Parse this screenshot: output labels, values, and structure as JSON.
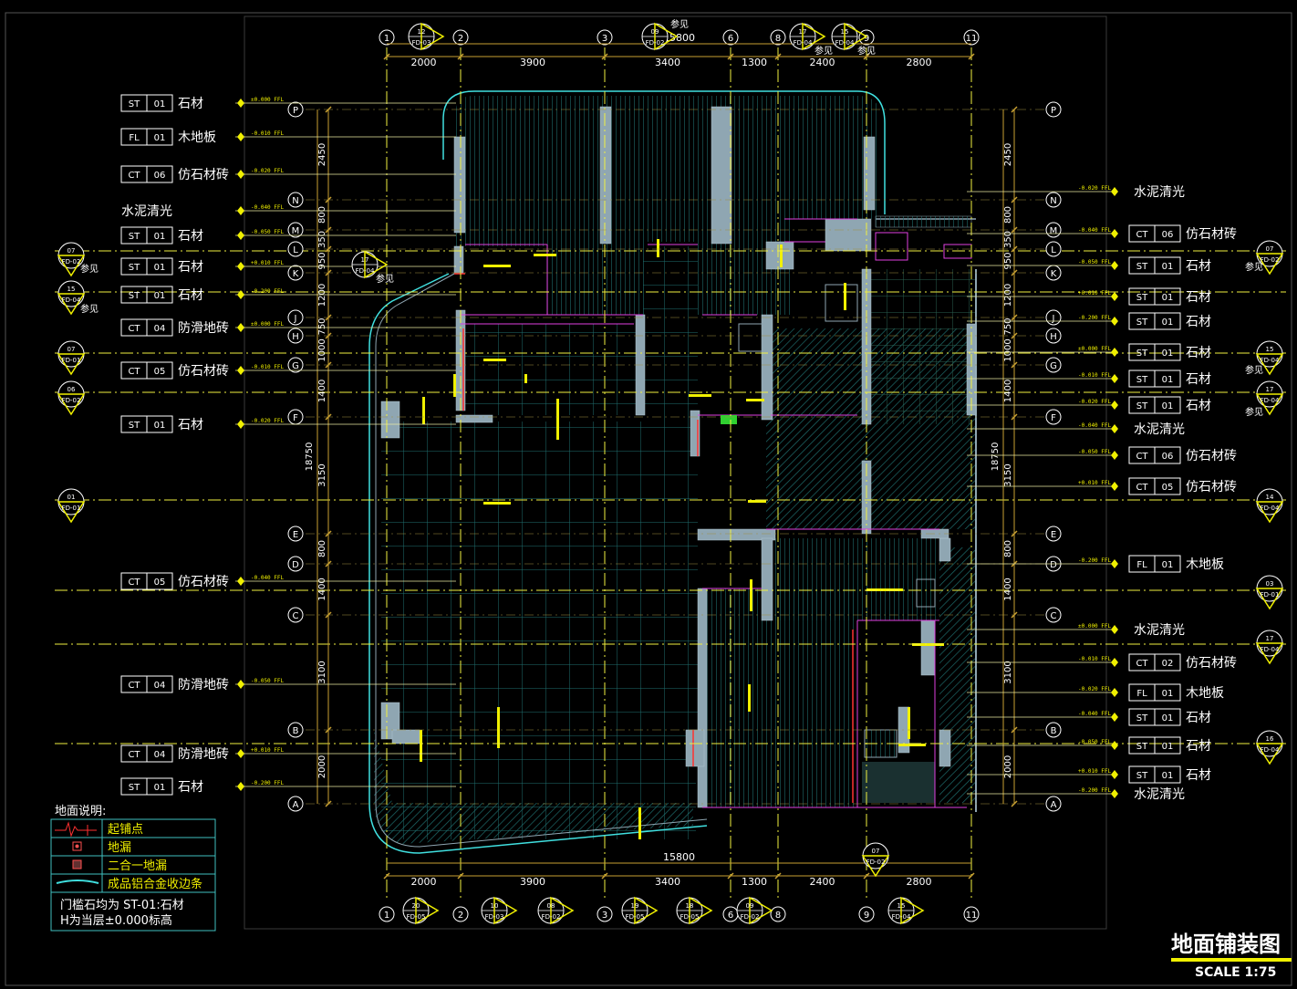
{
  "title": "地面铺装图",
  "scale": "SCALE  1:75",
  "colors": {
    "bg": "#000000",
    "wall": "#8fa6b2",
    "wallDark": "#3f6f86",
    "grid": "#2d7f7f",
    "hatch": "#2a6f6f",
    "axis": "#f0f040",
    "dim": "#c8a032",
    "leader": "#e8e8a0",
    "text": "#ffffff",
    "accent": "#f0f000",
    "red": "#ff3030",
    "magenta": "#e040e0",
    "cyan": "#40e0e0",
    "green": "#30d030",
    "blue": "#3060ff"
  },
  "column_labels_top": [
    "1",
    "2",
    "3",
    "6",
    "8",
    "9",
    "11"
  ],
  "column_labels_bottom": [
    "1",
    "2",
    "3",
    "6",
    "8",
    "9",
    "11"
  ],
  "dims_top": [
    "2000",
    "3900",
    "3400",
    "1300",
    "2400",
    "2800"
  ],
  "dims_bottom": [
    "2000",
    "3900",
    "3400",
    "1300",
    "2400",
    "2800"
  ],
  "total_width": "15800",
  "row_labels": [
    "P",
    "N",
    "M",
    "L",
    "K",
    "J",
    "H",
    "G",
    "F",
    "E",
    "D",
    "C",
    "B",
    "A"
  ],
  "dims_side": [
    "2450",
    "800",
    "350",
    "950",
    "1200",
    "750",
    "1000",
    "1400",
    "3150",
    "800",
    "1400",
    "3100",
    "2000"
  ],
  "total_height": "18750",
  "elev": [
    "±0.000 FFL",
    "-0.010 FFL",
    "-0.020 FFL",
    "-0.040 FFL",
    "-0.050 FFL",
    "+0.010 FFL",
    "-0.200 FFL"
  ],
  "left_tags": [
    {
      "code": "ST",
      "num": "01",
      "name": "石材"
    },
    {
      "code": "FL",
      "num": "01",
      "name": "木地板"
    },
    {
      "code": "CT",
      "num": "06",
      "name": "仿石材砖"
    },
    {
      "code": "",
      "num": "",
      "name": "水泥清光"
    },
    {
      "code": "ST",
      "num": "01",
      "name": "石材"
    },
    {
      "code": "ST",
      "num": "01",
      "name": "石材"
    },
    {
      "code": "ST",
      "num": "01",
      "name": "石材"
    },
    {
      "code": "CT",
      "num": "04",
      "name": "防滑地砖"
    },
    {
      "code": "CT",
      "num": "05",
      "name": "仿石材砖"
    },
    {
      "code": "ST",
      "num": "01",
      "name": "石材"
    },
    {
      "code": "CT",
      "num": "05",
      "name": "仿石材砖"
    },
    {
      "code": "CT",
      "num": "04",
      "name": "防滑地砖"
    },
    {
      "code": "CT",
      "num": "04",
      "name": "防滑地砖"
    },
    {
      "code": "ST",
      "num": "01",
      "name": "石材"
    }
  ],
  "right_tags": [
    {
      "code": "",
      "num": "",
      "name": "水泥清光"
    },
    {
      "code": "CT",
      "num": "06",
      "name": "仿石材砖"
    },
    {
      "code": "ST",
      "num": "01",
      "name": "石材"
    },
    {
      "code": "ST",
      "num": "01",
      "name": "石材"
    },
    {
      "code": "ST",
      "num": "01",
      "name": "石材"
    },
    {
      "code": "ST",
      "num": "01",
      "name": "石材"
    },
    {
      "code": "ST",
      "num": "01",
      "name": "石材"
    },
    {
      "code": "ST",
      "num": "01",
      "name": "石材"
    },
    {
      "code": "",
      "num": "",
      "name": "水泥清光"
    },
    {
      "code": "CT",
      "num": "06",
      "name": "仿石材砖"
    },
    {
      "code": "CT",
      "num": "05",
      "name": "仿石材砖"
    },
    {
      "code": "FL",
      "num": "01",
      "name": "木地板"
    },
    {
      "code": "",
      "num": "",
      "name": "水泥清光"
    },
    {
      "code": "CT",
      "num": "02",
      "name": "仿石材砖"
    },
    {
      "code": "FL",
      "num": "01",
      "name": "木地板"
    },
    {
      "code": "ST",
      "num": "01",
      "name": "石材"
    },
    {
      "code": "ST",
      "num": "01",
      "name": "石材"
    },
    {
      "code": "ST",
      "num": "01",
      "name": "石材"
    },
    {
      "code": "",
      "num": "",
      "name": "水泥清光"
    }
  ],
  "see_ref": "参见",
  "section_marks": [
    {
      "top": "07",
      "bot": "FD-02"
    },
    {
      "top": "15",
      "bot": "FD-04"
    },
    {
      "top": "07",
      "bot": "FD-01"
    },
    {
      "top": "06",
      "bot": "FD-02"
    },
    {
      "top": "01",
      "bot": "FD-01"
    },
    {
      "top": "17",
      "bot": "FD-04"
    },
    {
      "top": "12",
      "bot": "FD-03"
    },
    {
      "top": "09",
      "bot": "FD-02"
    },
    {
      "top": "17",
      "bot": "FD-04"
    },
    {
      "top": "15",
      "bot": "FD-04"
    },
    {
      "top": "07",
      "bot": "FD-02"
    },
    {
      "top": "15",
      "bot": "FD-04"
    },
    {
      "top": "17",
      "bot": "FD-04"
    },
    {
      "top": "14",
      "bot": "FD-04"
    },
    {
      "top": "03",
      "bot": "FD-01"
    },
    {
      "top": "17",
      "bot": "FD-04"
    },
    {
      "top": "16",
      "bot": "FD-04"
    },
    {
      "top": "07",
      "bot": "FD-02"
    },
    {
      "top": "20",
      "bot": "FD-05"
    },
    {
      "top": "10",
      "bot": "FD-03"
    },
    {
      "top": "08",
      "bot": "FD-02"
    },
    {
      "top": "19",
      "bot": "FD-05"
    },
    {
      "top": "18",
      "bot": "FD-05"
    },
    {
      "top": "09",
      "bot": "FD-02"
    },
    {
      "top": "15",
      "bot": "FD-04"
    }
  ],
  "legend": {
    "title": "地面说明:",
    "items": [
      "起铺点",
      "地漏",
      "二合一地漏",
      "成品铝合金收边条"
    ],
    "note1": "门槛石均为 ST-01:石材",
    "note2": "H为当层±0.000标高"
  }
}
